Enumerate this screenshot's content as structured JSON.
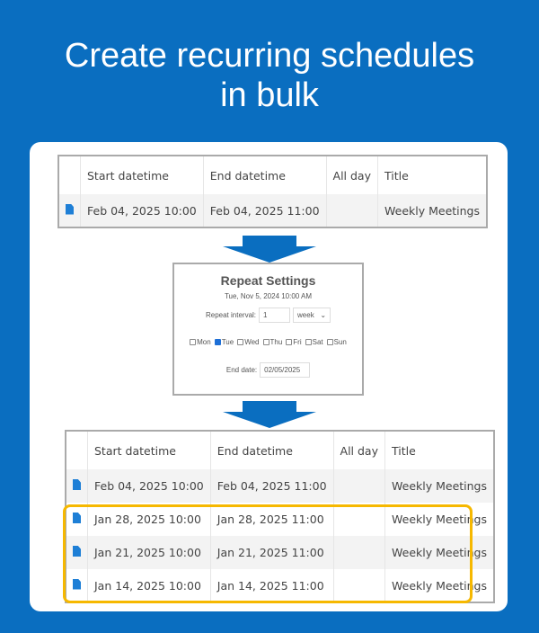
{
  "headline": {
    "line1": "Create recurring schedules",
    "line2": "in bulk"
  },
  "columns": [
    "",
    "Start datetime",
    "End datetime",
    "All day",
    "Title"
  ],
  "table1": {
    "rows": [
      {
        "start": "Feb 04, 2025 10:00",
        "end": "Feb 04, 2025 11:00",
        "allday": "",
        "title": "Weekly Meetings"
      }
    ]
  },
  "dialog": {
    "title": "Repeat Settings",
    "subtitle": "Tue, Nov 5, 2024 10:00 AM",
    "interval_label": "Repeat interval:",
    "interval_value": "1",
    "unit": "week",
    "days": [
      {
        "label": "Mon",
        "checked": false
      },
      {
        "label": "Tue",
        "checked": true
      },
      {
        "label": "Wed",
        "checked": false
      },
      {
        "label": "Thu",
        "checked": false
      },
      {
        "label": "Fri",
        "checked": false
      },
      {
        "label": "Sat",
        "checked": false
      },
      {
        "label": "Sun",
        "checked": false
      }
    ],
    "end_label": "End date:",
    "end_value": "02/05/2025"
  },
  "table2": {
    "rows": [
      {
        "start": "Feb 04, 2025 10:00",
        "end": "Feb 04, 2025 11:00",
        "allday": "",
        "title": "Weekly Meetings"
      },
      {
        "start": "Jan 28, 2025 10:00",
        "end": "Jan 28, 2025 11:00",
        "allday": "",
        "title": "Weekly Meetings"
      },
      {
        "start": "Jan 21, 2025 10:00",
        "end": "Jan 21, 2025 11:00",
        "allday": "",
        "title": "Weekly Meetings"
      },
      {
        "start": "Jan 14, 2025 10:00",
        "end": "Jan 14, 2025 11:00",
        "allday": "",
        "title": "Weekly Meetings"
      }
    ]
  },
  "colors": {
    "background": "#0a6ec0",
    "highlight": "#f6b800",
    "icon": "#1e7fd6"
  }
}
